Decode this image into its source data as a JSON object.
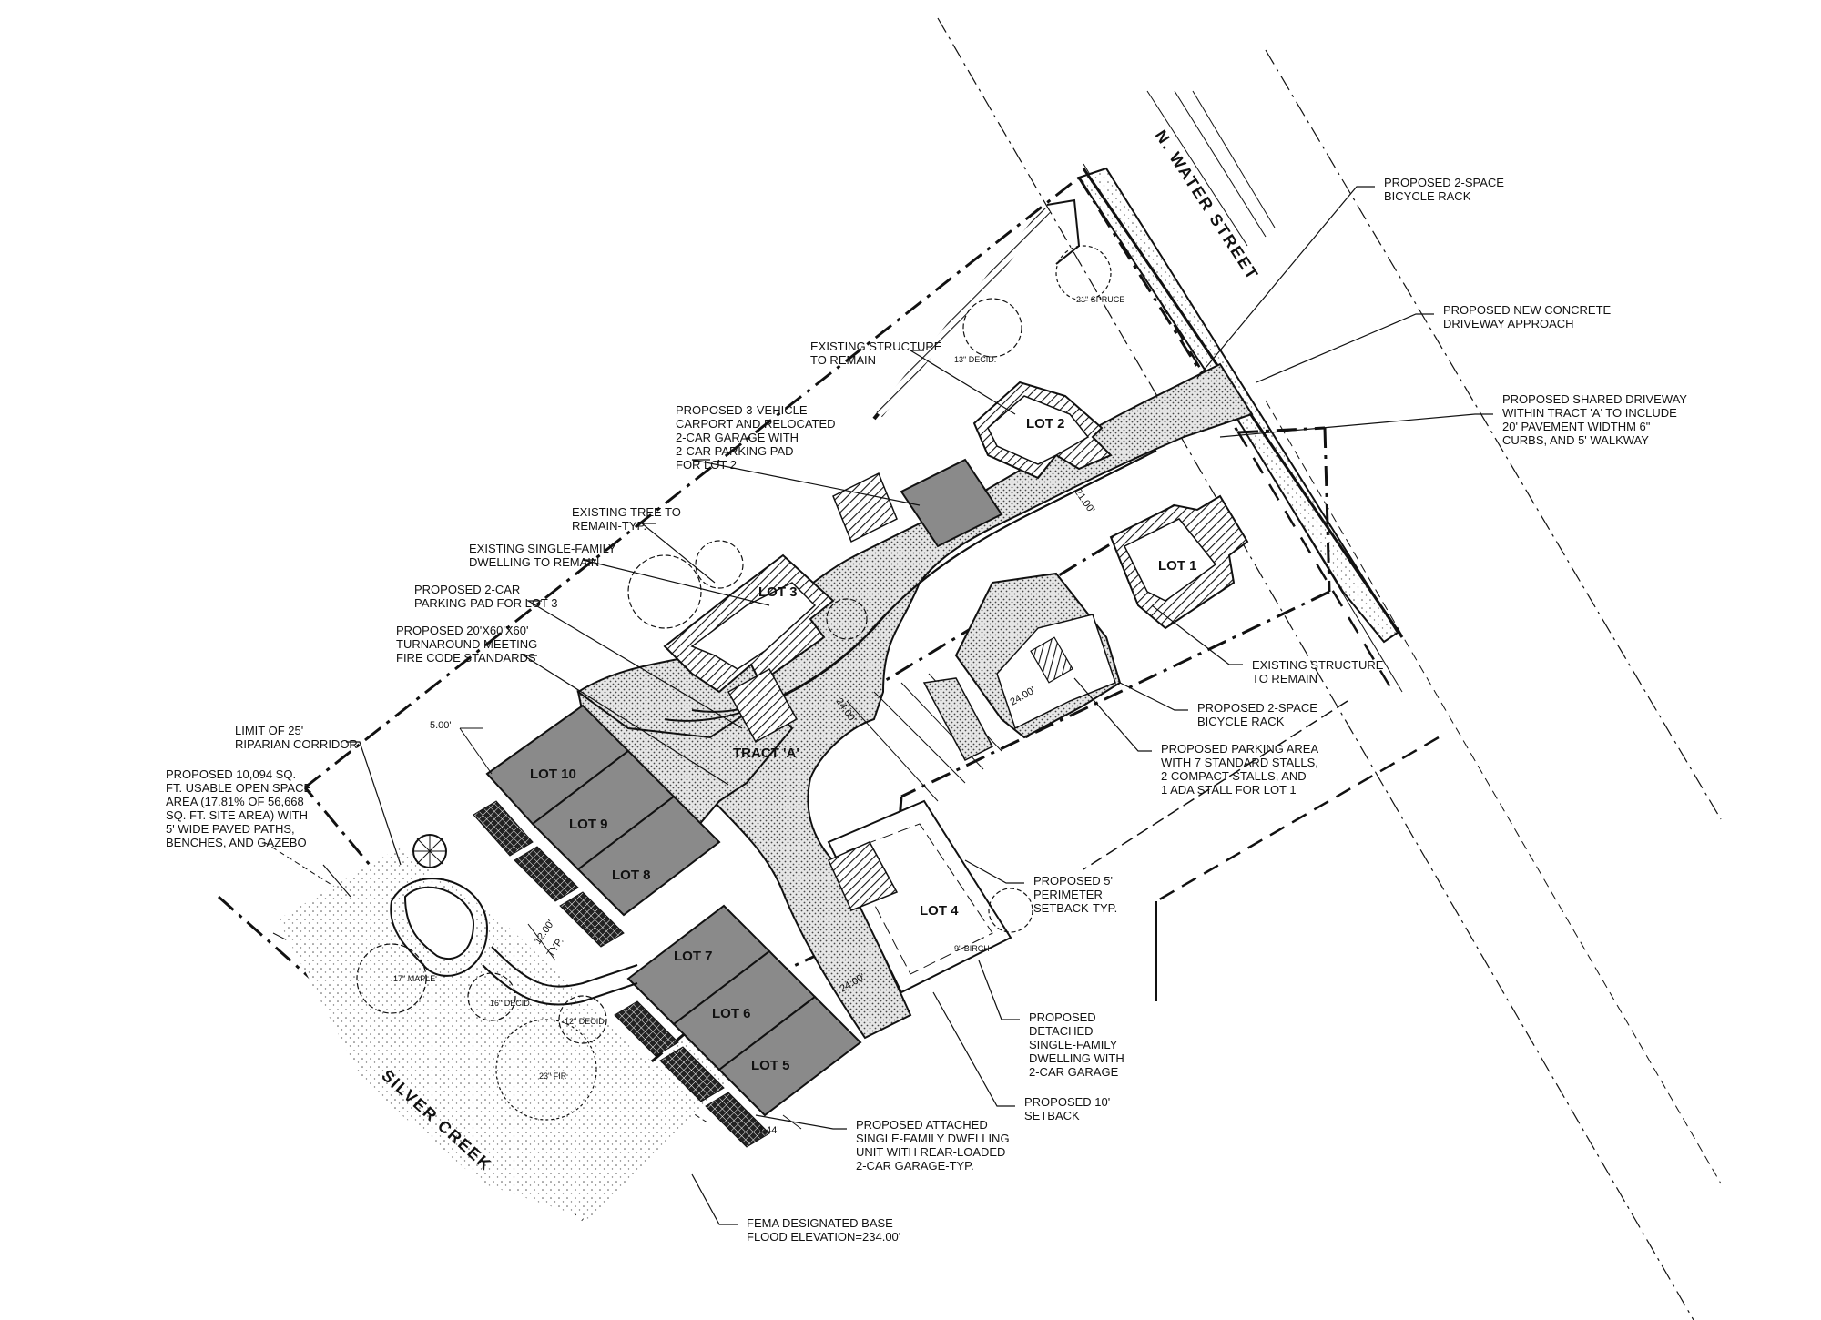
{
  "streets": {
    "north": "N. WATER STREET",
    "creek": "SILVER CREEK"
  },
  "tract": "TRACT 'A'",
  "lots": {
    "lot1": "LOT 1",
    "lot2": "LOT 2",
    "lot3": "LOT 3",
    "lot4": "LOT 4",
    "lot5": "LOT 5",
    "lot6": "LOT 6",
    "lot7": "LOT 7",
    "lot8": "LOT 8",
    "lot9": "LOT 9",
    "lot10": "LOT 10"
  },
  "dimensions": {
    "d21": "21.00'",
    "d24a": "24.00'",
    "d24b": "24.00'",
    "d24c": "24.00'",
    "d12": "12.00'",
    "typ": "TYP.",
    "d5": "5.00'",
    "d444": "4.44'"
  },
  "trees": {
    "spruce": "21\" SPRUCE",
    "decid13": "13\" DECID.",
    "birch": "9\" BIRCH",
    "maple": "17\" MAPLE",
    "decid16": "16\" DECID.",
    "decid12": "12\" DECID.",
    "fir": "23\" FIR"
  },
  "notes": {
    "bike_rack_top": [
      "PROPOSED 2-SPACE",
      "BICYCLE RACK"
    ],
    "approach": [
      "PROPOSED NEW CONCRETE",
      "DRIVEWAY APPROACH"
    ],
    "shared_driveway": [
      "PROPOSED SHARED DRIVEWAY",
      "WITHIN TRACT 'A' TO INCLUDE",
      "20' PAVEMENT WIDTHM 6\"",
      "CURBS, AND 5' WALKWAY"
    ],
    "existing_structure_top": [
      "EXISTING STRUCTURE",
      "TO REMAIN"
    ],
    "carport": [
      "PROPOSED 3-VEHICLE",
      "CARPORT AND RELOCATED",
      "2-CAR GARAGE WITH",
      "2-CAR  PARKING PAD",
      "FOR LOT 2"
    ],
    "existing_tree": [
      "EXISTING TREE TO",
      "REMAIN-TYP."
    ],
    "existing_dwelling": [
      "EXISTING SINGLE-FAMILY",
      "DWELLING TO REMAIN"
    ],
    "parking_pad_lot3": [
      "PROPOSED 2-CAR",
      "PARKING PAD FOR LOT 3"
    ],
    "turnaround": [
      "PROPOSED 20'X60'X60'",
      "TURNAROUND MEETING",
      "FIRE CODE STANDARDS"
    ],
    "riparian": [
      "LIMIT OF 25'",
      "RIPARIAN CORRIDOR"
    ],
    "open_space": [
      "PROPOSED 10,094 SQ.",
      "FT. USABLE OPEN SPACE",
      "AREA (17.81% OF 56,668",
      "SQ. FT. SITE AREA) WITH",
      "5' WIDE PAVED PATHS,",
      "BENCHES, AND GAZEBO"
    ],
    "existing_structure_lot1": [
      "EXISTING STRUCTURE",
      "TO REMAIN"
    ],
    "bike_rack_lot1": [
      "PROPOSED 2-SPACE",
      "BICYCLE RACK"
    ],
    "parking_lot1": [
      "PROPOSED PARKING AREA",
      "WITH 7 STANDARD STALLS,",
      "2 COMPACT STALLS, AND",
      "1 ADA STALL FOR LOT 1"
    ],
    "perimeter": [
      "PROPOSED 5'",
      "PERIMETER",
      "SETBACK-TYP."
    ],
    "detached": [
      "PROPOSED",
      "DETACHED",
      "SINGLE-FAMILY",
      "DWELLING WITH",
      "2-CAR GARAGE"
    ],
    "setback10": [
      "PROPOSED 10'",
      "SETBACK"
    ],
    "attached": [
      "PROPOSED ATTACHED",
      "SINGLE-FAMILY DWELLING",
      "UNIT WITH REAR-LOADED",
      "2-CAR GARAGE-TYP."
    ],
    "fema": [
      "FEMA DESIGNATED BASE",
      "FLOOD ELEVATION=234.00'"
    ]
  }
}
